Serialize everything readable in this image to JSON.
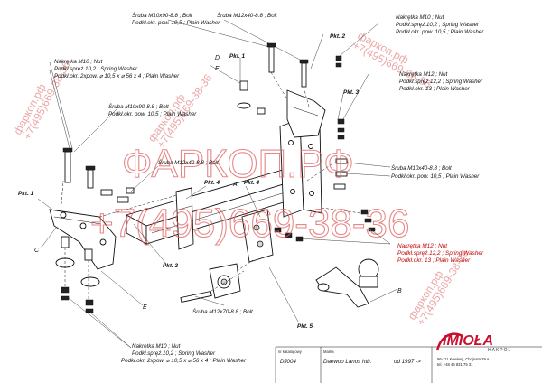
{
  "labels": {
    "bolt_m10x90_top_1": "Śruba M10x90-8.8 ; Bolt",
    "bolt_m10x90_top_2": "Podkł.okr. pow. 10,5 ; Plain Washer",
    "bolt_m12x40_top": "Śruba M12x40-8.8 ; Bolt",
    "nut_m10_top_1": "Nakrętka M10 ; Nut",
    "nut_m10_top_2": "Podkł.spręż.10,2 ; Spring Washer",
    "nut_m10_top_3": "Podkł.okr. pow. 10,5 ; Plain Washer",
    "nut_m10_left_1": "Nakrętka M10 ; Nut",
    "nut_m10_left_2": "Podkł.spręż.10,2 ; Spring Washer",
    "nut_m10_left_3": "Podkł.okr. 2xpow. ⌀ 10,5 x ⌀ 56 x 4 ; Plain Washer",
    "nut_m12_right_1": "Nakrętka M12 ; Nut",
    "nut_m12_right_2": "Podkł.spręż.12,2 ; Spring Washer",
    "nut_m12_right_3": "Podkł.okr. 13 ; Plain Washer",
    "bolt_m10x90_left_1": "Śruba M10x90-8.8 ; Bolt",
    "bolt_m10x90_left_2": "Podkł.okr. pow. 10,5 ; Plain Washer",
    "bolt_m12x40_mid": "Śruba M12x40-8.8 ; Bolt",
    "bolt_m10x40_right_1": "Śruba M10x40-8.8 ; Bolt",
    "bolt_m10x40_right_2": "Podkł.okr. pow. 10,5 ; Plain Washer",
    "nut_m12_lower_1": "Nakrętka M12 ; Nut",
    "nut_m12_lower_2": "Podkł.spręż.12,2 ; Spring Washer",
    "nut_m12_lower_3": "Podkł.okr. 13 ; Plain Washer",
    "bolt_m12x70": "Śruba M12x70-8.8 ; Bolt",
    "nut_m10_bottom_1": "Nakrętka M10 ; Nut",
    "nut_m10_bottom_2": "Podkł.spręż.10,2 ; Spring Washer",
    "nut_m10_bottom_3": "Podkł.okr. 2xpow. ⌀ 10,5 x ⌀ 56 x 4 ; Plain Washer"
  },
  "points": {
    "pkt1_top": "Pkt. 1",
    "pkt1_left": "Pkt. 1",
    "pkt2": "Pkt. 2",
    "pkt3_right": "Pkt. 3",
    "pkt3_lower": "Pkt. 3",
    "pkt4_left": "Pkt. 4",
    "pkt4_right": "Pkt. 4",
    "pkt5": "Pkt. 5"
  },
  "letters": {
    "A": "A",
    "B": "B",
    "C": "C",
    "D": "D",
    "E_top": "E",
    "E_bottom": "E"
  },
  "watermark": {
    "main": "ФАРКОП.РФ",
    "phone": "+7(495)669-38-36",
    "diag_site": "фаркоп.рф",
    "diag_phone": "+7(495)669-38-36"
  },
  "title_block": {
    "nr_label": "nr katalogowy",
    "nr_value": "DJ004",
    "marka_label": "Marka",
    "marka_value": "Daewoo Lanos htb.",
    "year_value": "od 1997 ->",
    "company_name": "IMIOŁA",
    "company_sub": "HAKPOL",
    "address_1": "96-111 Kowiesy, Chojnata 29 A",
    "address_2": "tel. +48 46 831 75 31"
  },
  "colors": {
    "watermark": "#e06060",
    "logo": "#c8102e"
  }
}
